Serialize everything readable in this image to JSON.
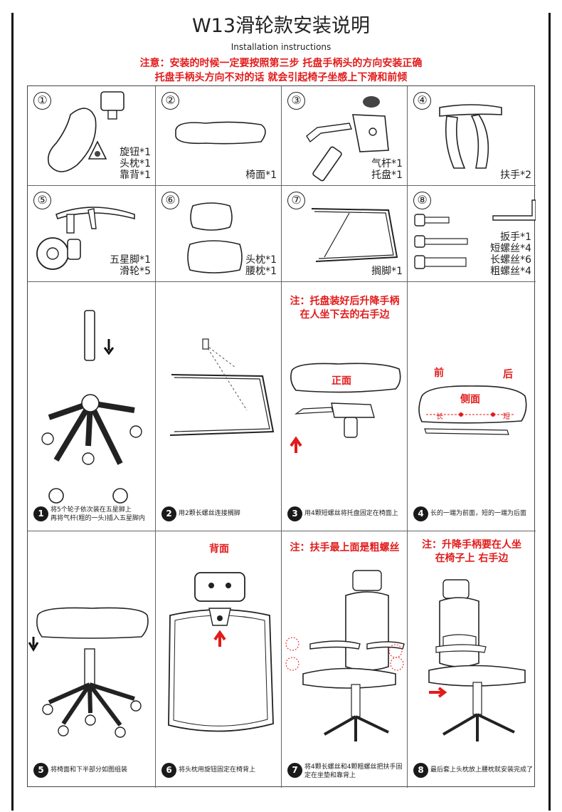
{
  "header": {
    "title": "W13滑轮款安装说明",
    "subtitle": "Installation instructions",
    "notice_line1": "注意：安装的时候一定要按照第三步 托盘手柄头的方向安装正确",
    "notice_line2": "托盘手柄头方向不对的话 就会引起椅子坐感上下滑和前倾"
  },
  "parts": [
    {
      "num": "①",
      "labels": [
        "旋钮*1",
        "头枕*1",
        "靠背*1"
      ]
    },
    {
      "num": "②",
      "labels": [
        "椅面*1"
      ]
    },
    {
      "num": "③",
      "labels": [
        "气杆*1",
        "托盘*1"
      ]
    },
    {
      "num": "④",
      "labels": [
        "扶手*2"
      ]
    },
    {
      "num": "⑤",
      "labels": [
        "五星脚*1",
        "滑轮*5"
      ]
    },
    {
      "num": "⑥",
      "labels": [
        "头枕*1",
        "腰枕*1"
      ]
    },
    {
      "num": "⑦",
      "labels": [
        "搁脚*1"
      ]
    },
    {
      "num": "⑧",
      "labels": [
        "扳手*1",
        "短螺丝*4",
        "长螺丝*6",
        "粗螺丝*4"
      ]
    }
  ],
  "steps": [
    {
      "badge": "1",
      "text_lines": [
        "将5个轮子依次装在五星脚上",
        "再将气杆(粗的一头)插入五星脚内"
      ]
    },
    {
      "badge": "2",
      "text_lines": [
        "用2颗长螺丝连接搁脚"
      ]
    },
    {
      "badge": "3",
      "text_lines": [
        "用4颗短螺丝将托盘固定在椅面上"
      ],
      "note_lines": [
        "注：托盘装好后升降手柄",
        "在人坐下去的右手边"
      ],
      "label": "正面"
    },
    {
      "badge": "4",
      "text_lines": [
        "长的一端为前面，短的一端为后面"
      ],
      "front": "前",
      "back": "后",
      "side": "侧面",
      "long": "长",
      "short": "短"
    },
    {
      "badge": "5",
      "text_lines": [
        "将椅面和下半部分如图组装"
      ]
    },
    {
      "badge": "6",
      "text_lines": [
        "将头枕用旋钮固定在椅背上"
      ],
      "label": "背面"
    },
    {
      "badge": "7",
      "text_lines": [
        "将4颗长螺丝和4颗粗螺丝把扶手固",
        "定在坐垫和靠背上"
      ],
      "note_lines": [
        "注：扶手最上面是粗螺丝"
      ]
    },
    {
      "badge": "8",
      "text_lines": [
        "最后套上头枕放上腰枕就安装完成了"
      ],
      "note_lines": [
        "注：升降手柄要在人坐",
        "在椅子上 右手边"
      ]
    }
  ],
  "colors": {
    "accent_red": "#e21b1b",
    "line": "#222222"
  }
}
